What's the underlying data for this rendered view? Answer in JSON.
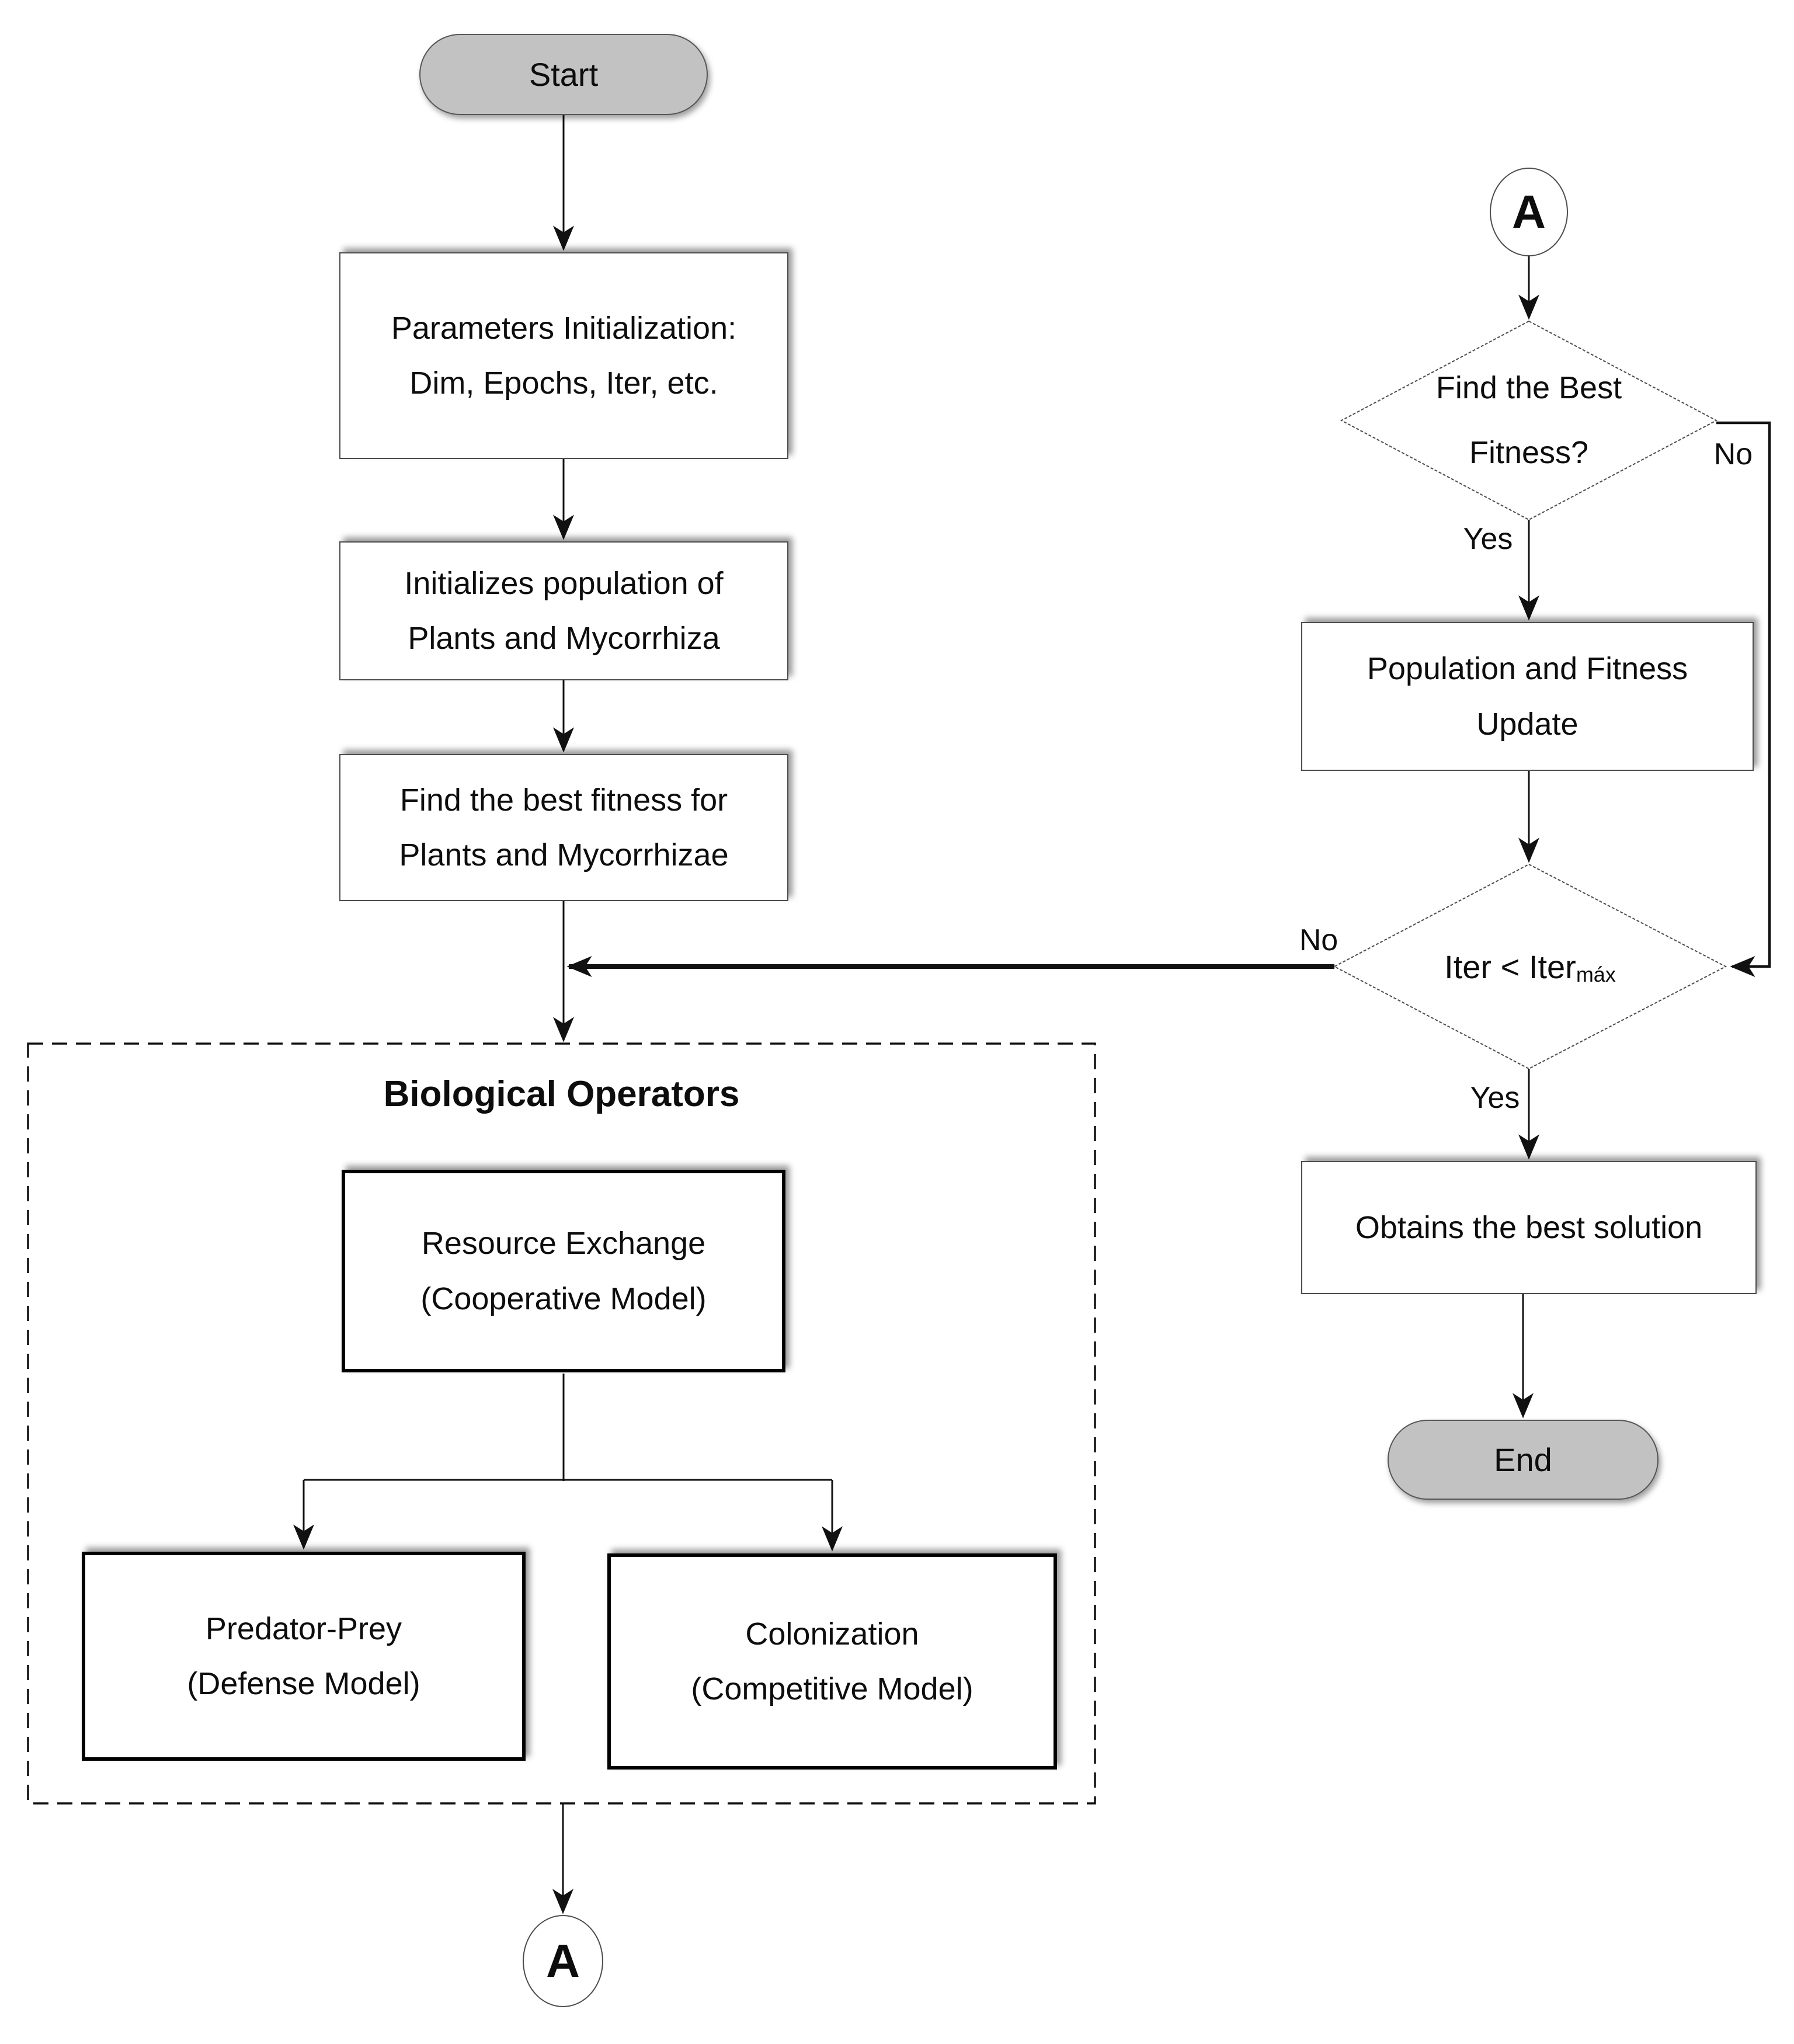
{
  "diagram": {
    "nodes": {
      "start": {
        "label": "Start"
      },
      "params": {
        "line1": "Parameters Initialization:",
        "line2": "Dim, Epochs, Iter, etc."
      },
      "init_pop": {
        "line1": "Initializes population of",
        "line2": "Plants and Mycorrhiza"
      },
      "find_fitness": {
        "line1": "Find the best fitness for",
        "line2": "Plants and Mycorrhizae"
      },
      "bio_group": {
        "title": "Biological Operators"
      },
      "resource_exchange": {
        "line1": "Resource Exchange",
        "line2": "(Cooperative Model)"
      },
      "predator_prey": {
        "line1": "Predator-Prey",
        "line2": "(Defense Model)"
      },
      "colonization": {
        "line1": "Colonization",
        "line2": "(Competitive Model)"
      },
      "connector_a_bottom": {
        "label": "A"
      },
      "connector_a_top": {
        "label": "A"
      },
      "best_fitness_decision": {
        "line1": "Find the Best",
        "line2": "Fitness?"
      },
      "population_update": {
        "line1": "Population and Fitness",
        "line2": "Update"
      },
      "iter_decision": {
        "main": "Iter < Iter",
        "sub": "máx"
      },
      "obtains_best": {
        "label": "Obtains the best solution"
      },
      "end": {
        "label": "End"
      }
    },
    "edge_labels": {
      "best_fitness_yes": "Yes",
      "best_fitness_no": "No",
      "iter_yes": "Yes",
      "iter_no": "No"
    },
    "colors": {
      "terminal_fill": "#c2c2c2",
      "node_fill": "#ffffff",
      "line": "#1a1a1a"
    }
  }
}
